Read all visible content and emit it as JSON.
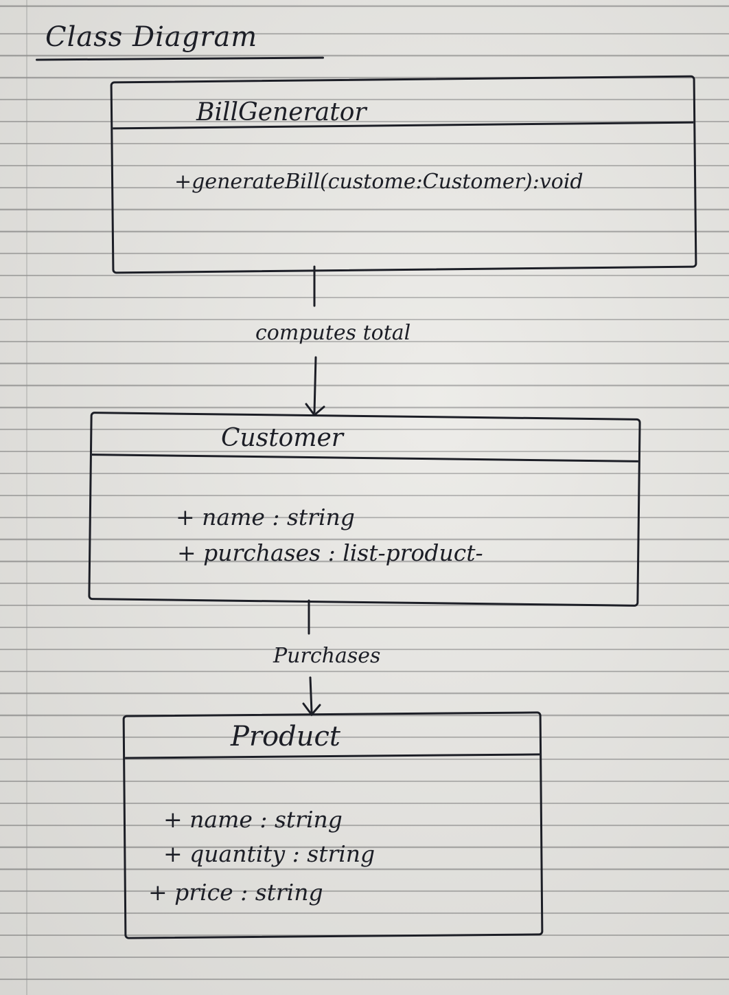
{
  "title": "Class Diagram",
  "classes": {
    "bill_generator": {
      "name": "BillGenerator",
      "methods": [
        "+generateBill(custome:Customer):void"
      ]
    },
    "customer": {
      "name": "Customer",
      "attributes": [
        "+ name : string",
        "+ purchases : list-product-"
      ]
    },
    "product": {
      "name": "Product",
      "attributes": [
        "+ name : string",
        "+ quantity : string",
        "+ price : string"
      ]
    }
  },
  "relations": {
    "computes_total": "computes total",
    "purchases": "Purchases"
  },
  "colors": {
    "ink": "#1c1e26",
    "paper": "#e9e8e4",
    "ruling": "#8a8a8a"
  }
}
